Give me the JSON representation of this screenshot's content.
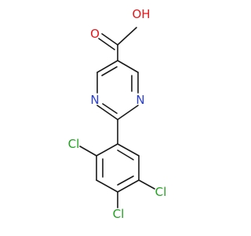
{
  "molecule": {
    "atoms": [
      {
        "id": "O1",
        "label": "O",
        "color": "#e8161b"
      },
      {
        "id": "O2",
        "label": "OH",
        "color": "#e8161b"
      },
      {
        "id": "N1",
        "label": "N",
        "color": "#2a3fd8"
      },
      {
        "id": "N2",
        "label": "N",
        "color": "#2a3fd8"
      },
      {
        "id": "Cl1",
        "label": "Cl",
        "color": "#1fa31f"
      },
      {
        "id": "Cl2",
        "label": "Cl",
        "color": "#1fa31f"
      },
      {
        "id": "Cl3",
        "label": "Cl",
        "color": "#1fa31f"
      }
    ],
    "bond_color": "#1a1a1a",
    "background": "#ffffff"
  }
}
